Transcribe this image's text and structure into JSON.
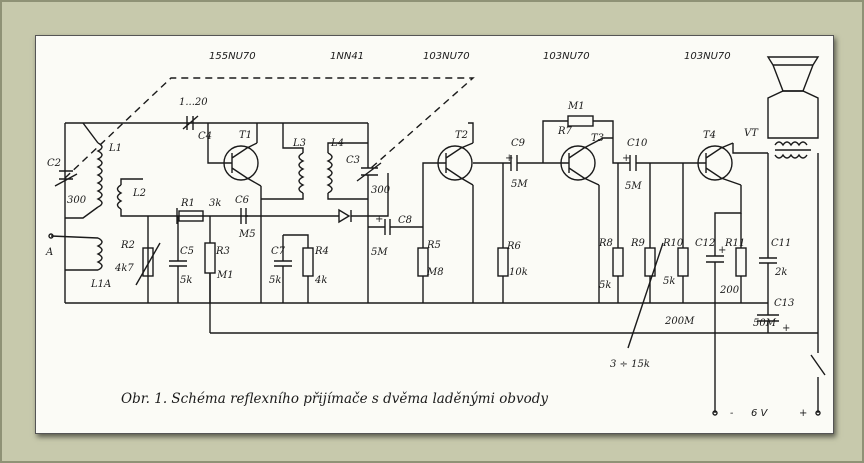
{
  "transistor_labels": [
    "155NU70",
    "1NN41",
    "103NU70",
    "103NU70",
    "103NU70"
  ],
  "caption": "Obr. 1. Schéma reflexního přijímače s dvěma laděnými obvody",
  "components": {
    "C2": "C2",
    "C2v": "300",
    "L1": "L1",
    "L2": "L2",
    "L1A": "L1A",
    "A": "A",
    "C4v": "1...20",
    "C4": "C4",
    "T1": "T1",
    "L3": "L3",
    "L4": "L4",
    "C3": "C3",
    "C3v": "300",
    "R1": "R1",
    "R1v": "3k",
    "C6": "C6",
    "C6v": "M5",
    "R2": "R2",
    "R2v": "4k7",
    "C5": "C5",
    "C5v": "5k",
    "R3": "R3",
    "R3v": "M1",
    "C7": "C7",
    "C7v": "5k",
    "R4": "R4",
    "R4v": "4k",
    "C8": "C8",
    "C8v": "5M",
    "R5": "R5",
    "R5v": "M8",
    "T2": "T2",
    "C9": "C9",
    "C9v": "5M",
    "R6": "R6",
    "R6v": "10k",
    "R7v": "M1",
    "R7": "R7",
    "T3": "T3",
    "R8": "R8",
    "R8v": "5k",
    "R9": "R9",
    "C10": "C10",
    "C10v": "5M",
    "T4": "T4",
    "VT": "VT",
    "R10": "R10",
    "R10v": "5k",
    "C12": "C12",
    "C12v": "200M",
    "R11": "R11",
    "R11v": "200",
    "C11": "C11",
    "C11v": "2k",
    "C13": "C13",
    "C13v": "50M",
    "R9range": "3 ÷ 15k",
    "minus": "-",
    "plus": "+",
    "voltage": "6 V",
    "plus_rail": "+"
  }
}
